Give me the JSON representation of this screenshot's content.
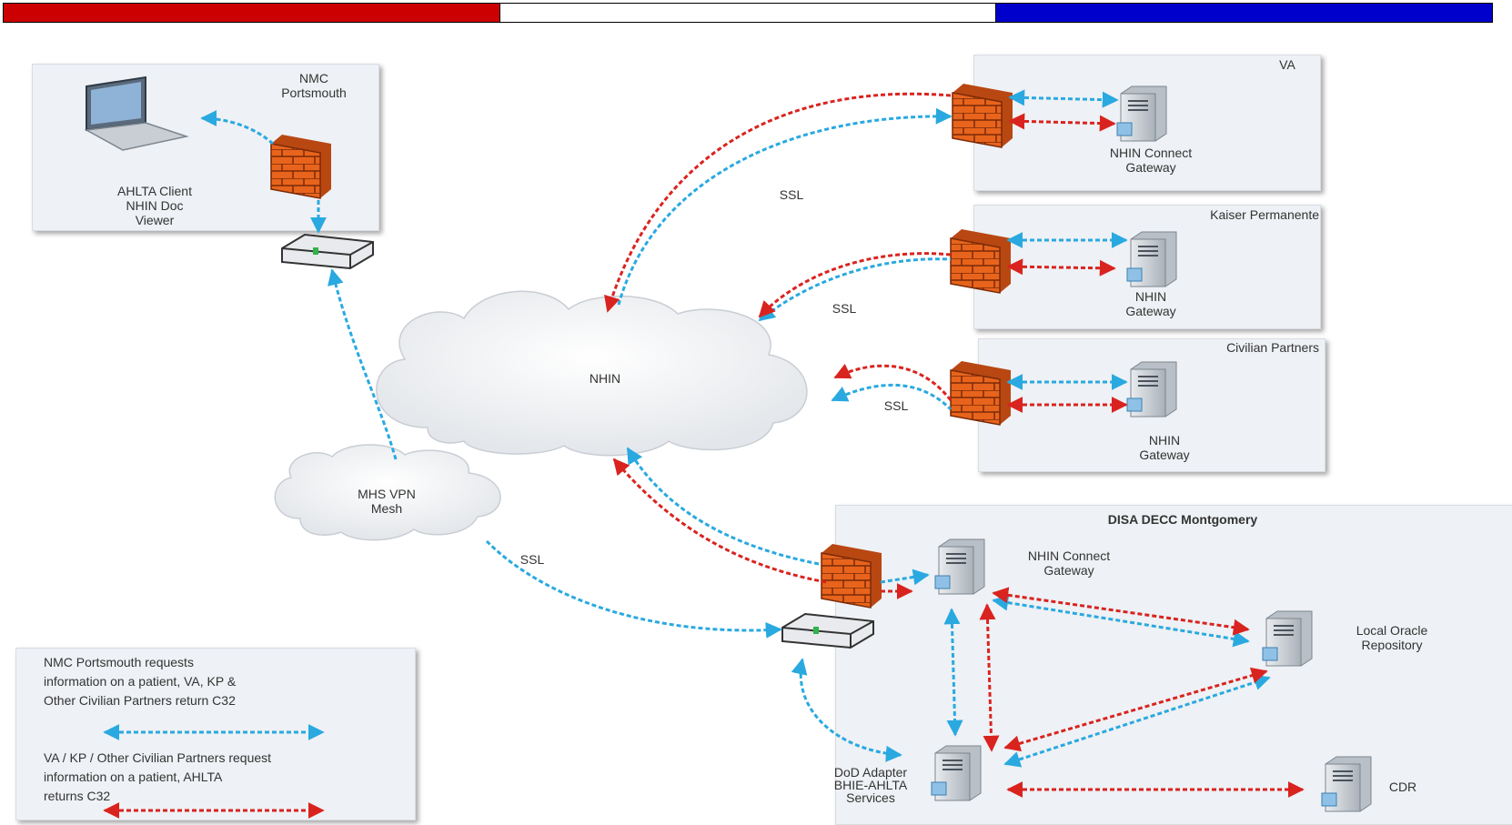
{
  "colors": {
    "red": "#d9231f",
    "blue": "#29a9e0",
    "bar_red": "#cc0000",
    "bar_blue": "#0000cc"
  },
  "nmc": {
    "title": "NMC\nPortsmouth",
    "client": "AHLTA Client\nNHIN Doc\nViewer"
  },
  "va": {
    "title": "VA",
    "gateway": "NHIN Connect\nGateway"
  },
  "kaiser": {
    "title": "Kaiser Permanente",
    "gateway": "NHIN\nGateway"
  },
  "civilian": {
    "title": "Civilian Partners",
    "gateway": "NHIN\nGateway"
  },
  "clouds": {
    "nhin": "NHIN",
    "vpn": "MHS VPN\nMesh"
  },
  "ssl": {
    "label": "SSL"
  },
  "disa": {
    "title": "DISA DECC Montgomery",
    "gateway": "NHIN Connect\nGateway",
    "oracle": "Local Oracle\nRepository",
    "adapter": "DoD Adapter\nBHIE-AHLTA\nServices",
    "cdr": "CDR"
  },
  "legend": {
    "blue_text": "NMC Portsmouth requests\ninformation on a patient, VA, KP &\nOther Civilian Partners return C32",
    "red_text": "VA / KP / Other Civilian Partners request\ninformation on a patient, AHLTA\nreturns C32"
  }
}
